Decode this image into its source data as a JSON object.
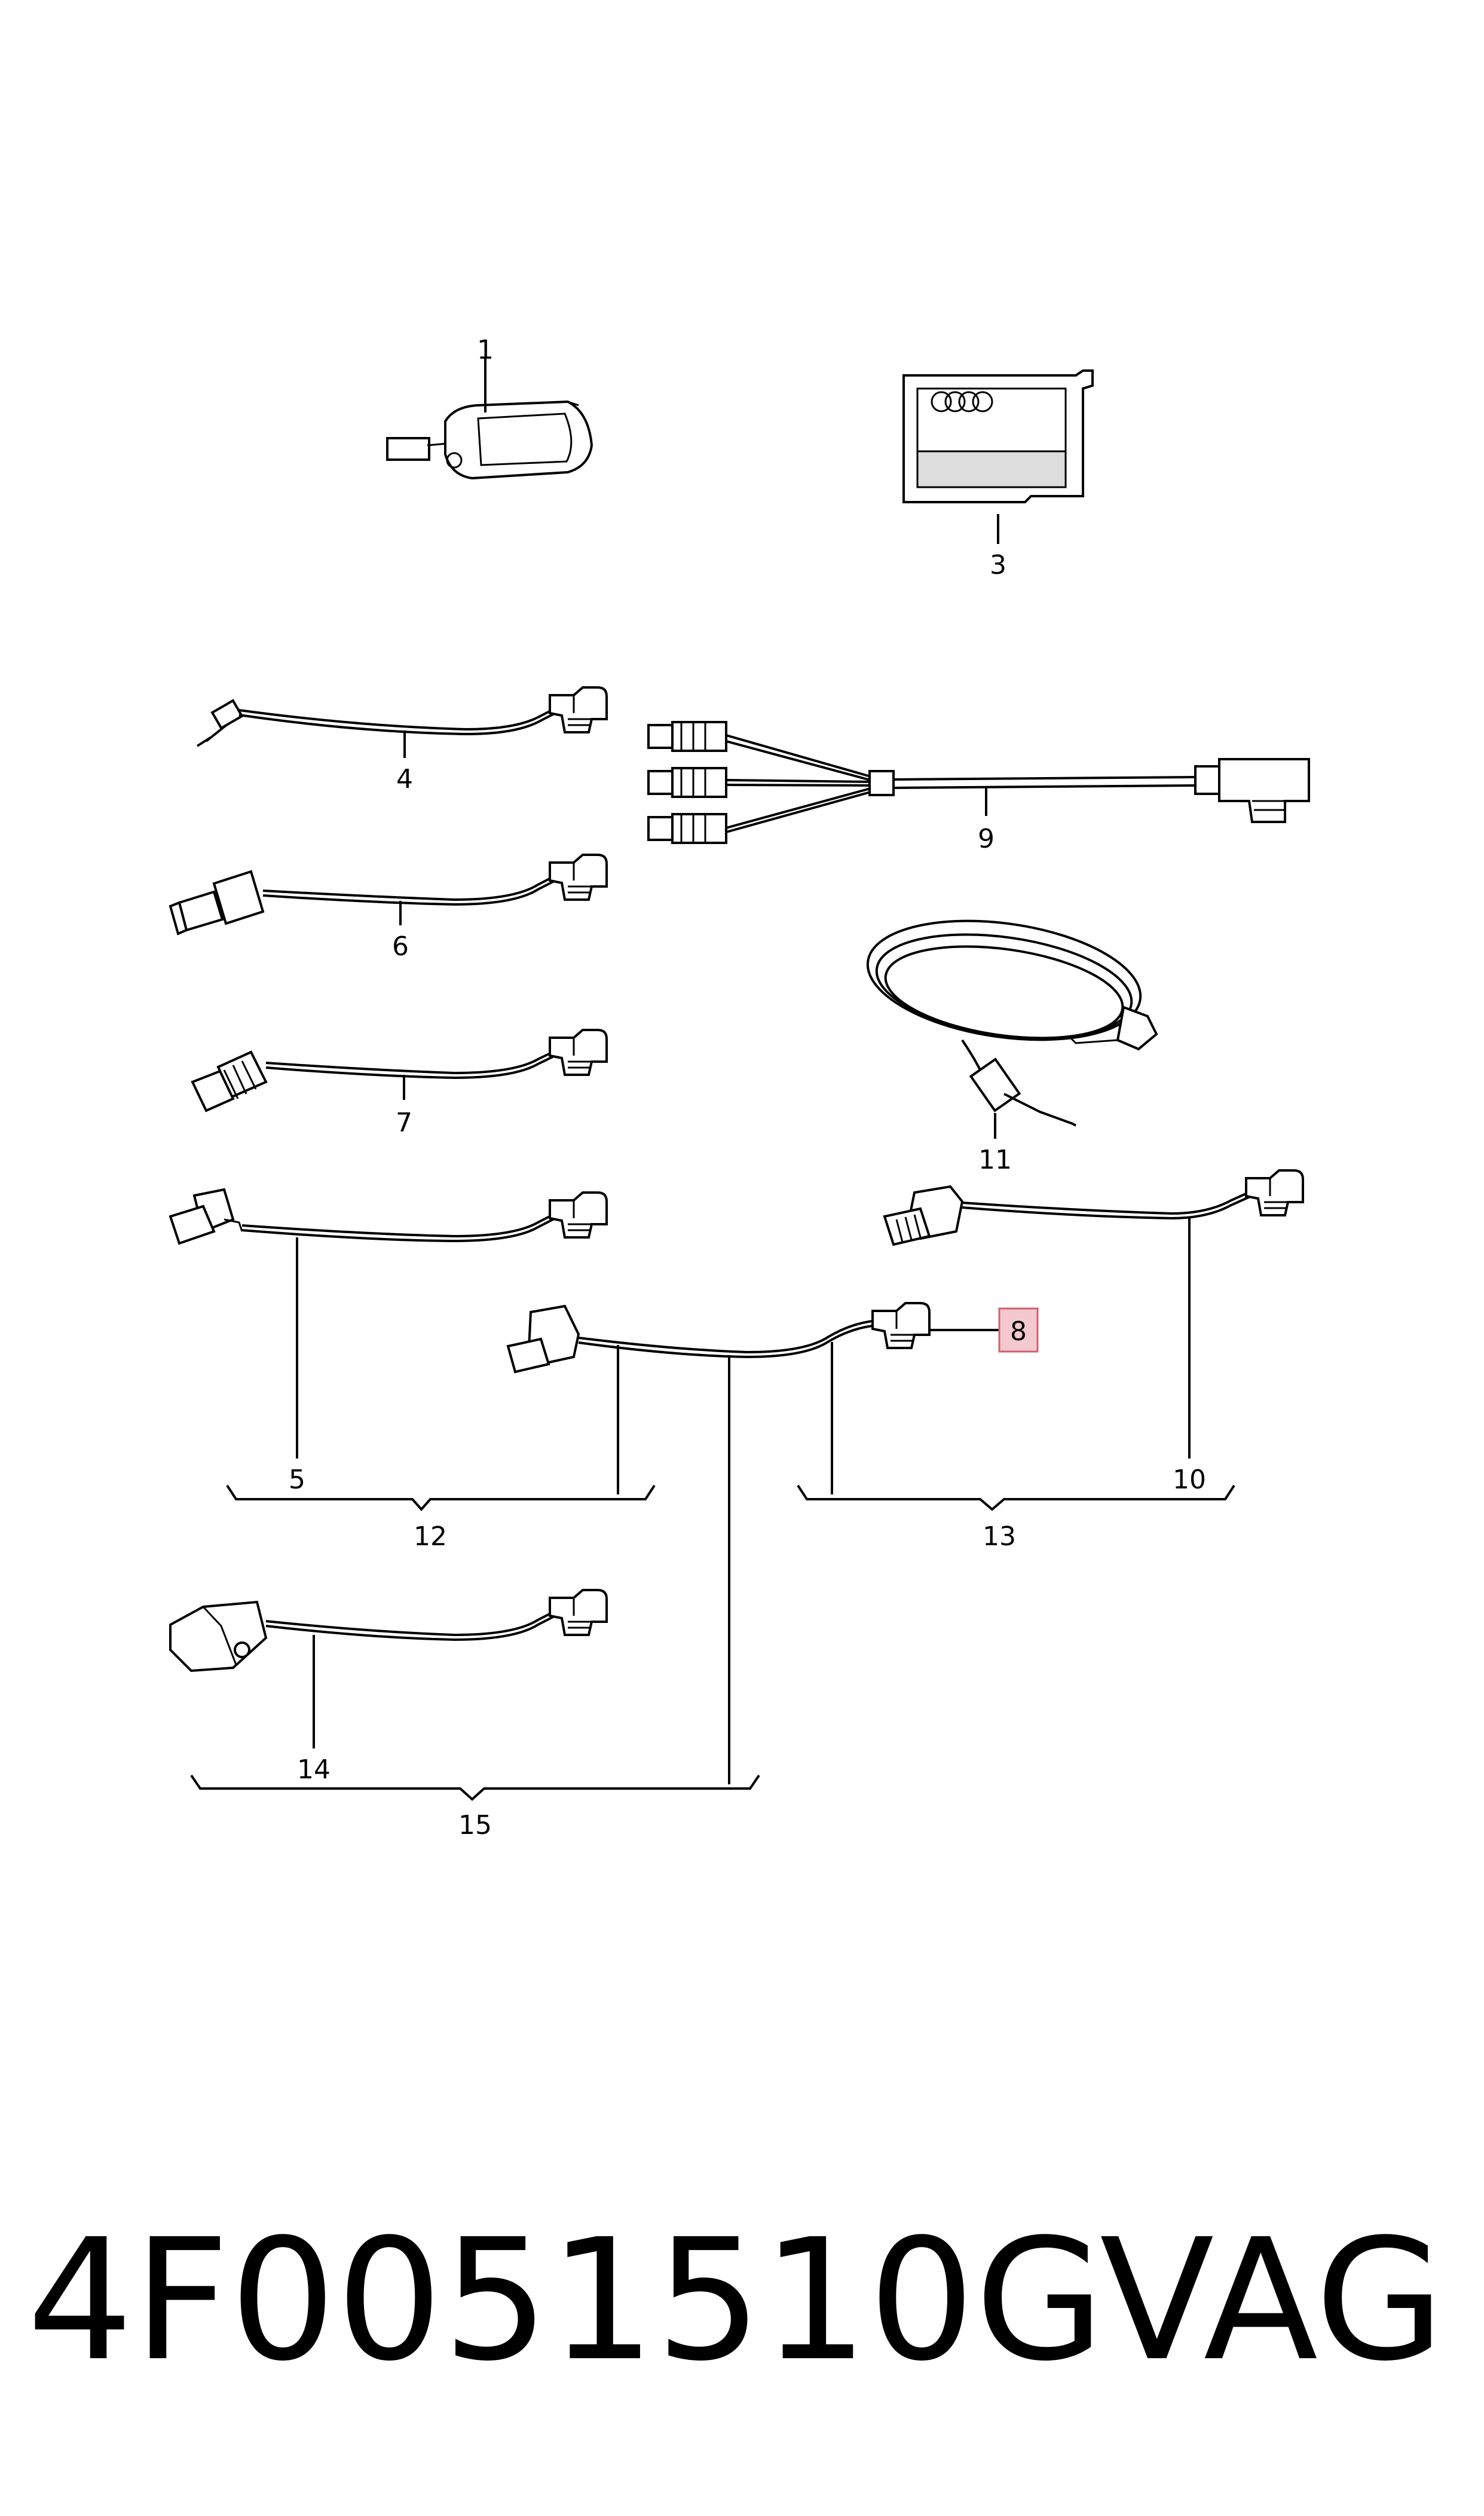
{
  "diagram": {
    "callouts": {
      "c1": "1",
      "c3": "3",
      "c4": "4",
      "c5": "5",
      "c6": "6",
      "c7": "7",
      "c8": "8",
      "c9": "9",
      "c10": "10",
      "c11": "11",
      "c12": "12",
      "c13": "13",
      "c14": "14",
      "c15": "15"
    },
    "highlight_color": "#f4c8cf",
    "highlight_border": "#d06070"
  },
  "footer": {
    "part_number": "4F0051510G",
    "brand": "VAG"
  }
}
